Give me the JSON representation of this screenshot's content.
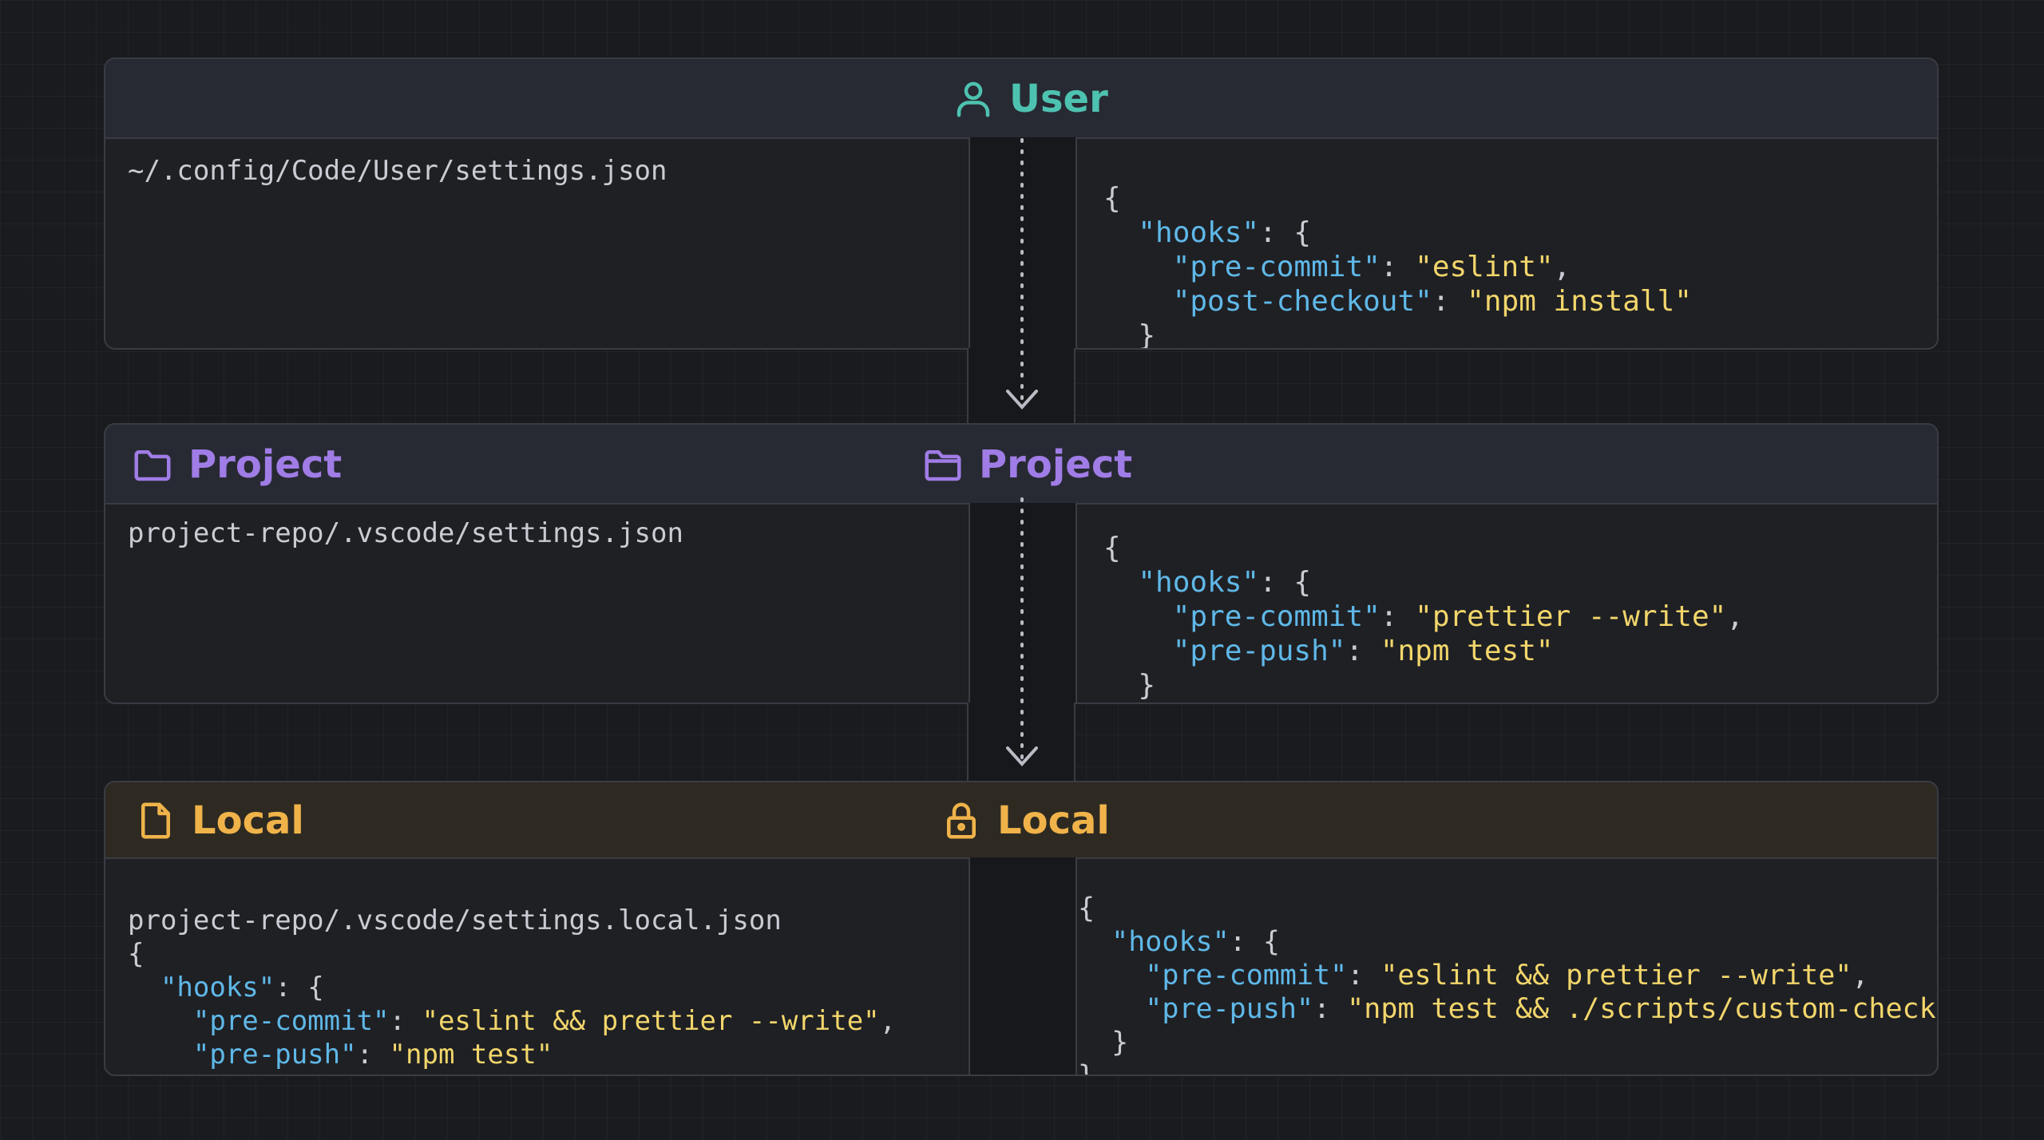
{
  "layers": {
    "user": {
      "title": "User",
      "path": "~/.config/Code/User/settings.json",
      "icon": "user-icon",
      "color": "#4ec2b0",
      "json": {
        "l1": "{",
        "hooks_key": "\"hooks\"",
        "hooks_open": ": {",
        "k1": "\"pre-commit\"",
        "v1": "\"eslint\"",
        "k2": "\"post-checkout\"",
        "v2": "\"npm install\"",
        "c1": "}",
        "c2": "}"
      }
    },
    "project": {
      "title_left": "Project",
      "title_center": "Project",
      "path": "project-repo/.vscode/settings.json",
      "icon": "folder-icon",
      "color": "#a07ce6",
      "json": {
        "l1": "{",
        "hooks_key": "\"hooks\"",
        "hooks_open": ": {",
        "k1": "\"pre-commit\"",
        "v1": "\"prettier --write\"",
        "k2": "\"pre-push\"",
        "v2": "\"npm test\"",
        "c1": "}",
        "c2": "}"
      }
    },
    "local": {
      "title_left": "Local",
      "title_center": "Local",
      "path": "project-repo/.vscode/settings.local.json",
      "icon_left": "file-icon",
      "icon_center": "lock-icon",
      "color": "#f0b34a",
      "left_json": {
        "l1": "{",
        "hooks_key": "\"hooks\"",
        "hooks_open": ": {",
        "k1": "\"pre-commit\"",
        "v1": "\"eslint && prettier --write\"",
        "k2": "\"pre-push\"",
        "v2": "\"npm test\"",
        "c1": "}"
      },
      "merged_json": {
        "l1": "{",
        "hooks_key": "\"hooks\"",
        "hooks_open": ": {",
        "k1": "\"pre-commit\"",
        "v1": "\"eslint && prettier --write\"",
        "k2": "\"pre-push\"",
        "v2": "\"npm test && ./scripts/custom-checks.sh\"",
        "c1": "}",
        "c2": "}"
      }
    }
  }
}
